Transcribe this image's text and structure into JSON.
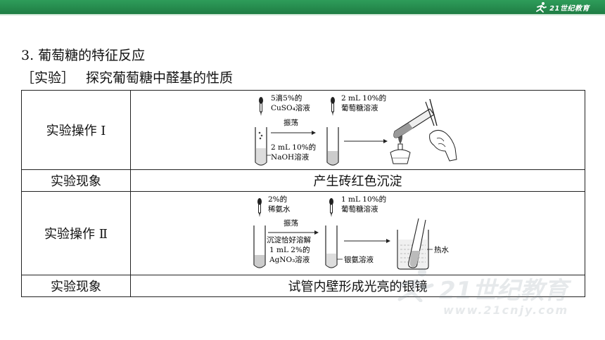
{
  "header": {
    "logo_text": "21世纪教育"
  },
  "heading": "3. 葡萄糖的特征反应",
  "subheading": {
    "tag": "［实验］",
    "text": "探究葡萄糖中醛基的性质"
  },
  "table": {
    "rows": [
      {
        "label": "实验操作 Ⅰ",
        "diagram": {
          "drop_label_1": "5滴5%的",
          "drop_label_2": "CuSO₄溶液",
          "arrow_label": "振荡",
          "tube_label_1": "2 mL 10%的",
          "tube_label_2": "NaOH溶液",
          "glucose_label_1": "2 mL 10%的",
          "glucose_label_2": "葡萄糖溶液"
        }
      },
      {
        "label": "实验现象",
        "value": "产生砖红色沉淀"
      },
      {
        "label": "实验操作 Ⅱ",
        "diagram": {
          "drop_label_1": "2%的",
          "drop_label_2": "稀氨水",
          "arrow_label": "振荡",
          "arrow_sub": "沉淀恰好溶解",
          "tube_label_1": "1 mL 2%的",
          "tube_label_2": "AgNO₃溶液",
          "glucose_label_1": "1 mL 10%的",
          "glucose_label_2": "葡萄糖溶液",
          "silver_label": "银氨溶液",
          "water_label": "热水"
        }
      },
      {
        "label": "实验现象",
        "value": "试管内壁形成光亮的银镜"
      }
    ]
  },
  "watermark": {
    "logo": "21世纪教育",
    "url": "www.21cnjy.com"
  }
}
